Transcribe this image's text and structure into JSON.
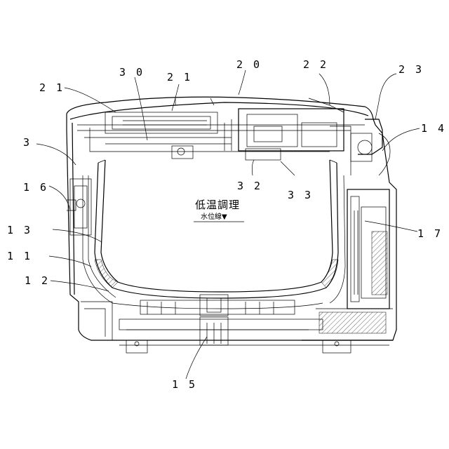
{
  "labels": {
    "l3": "3",
    "l11": "1 1",
    "l12": "1 2",
    "l13": "1 3",
    "l14": "1 4",
    "l15": "1 5",
    "l16": "1 6",
    "l17": "1 7",
    "l20": "2 0",
    "l21a": "2 1",
    "l21b": "2 1",
    "l22": "2 2",
    "l23": "2 3",
    "l30": "3 0",
    "l32": "3 2",
    "l33": "3 3"
  },
  "inscription": {
    "line1": "低温調理",
    "line2": "水位線▼"
  }
}
